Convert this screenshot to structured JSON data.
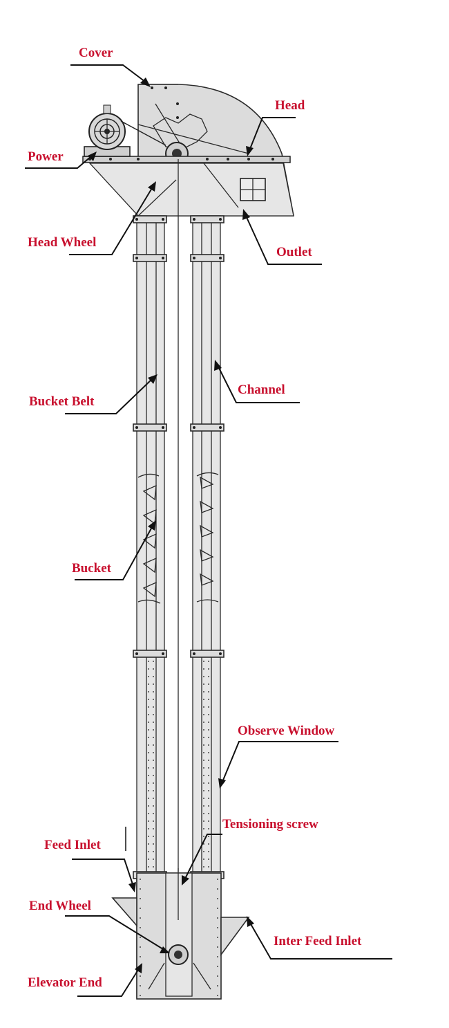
{
  "labels": {
    "cover": "Cover",
    "head": "Head",
    "power": "Power",
    "head_wheel": "Head Wheel",
    "outlet": "Outlet",
    "bucket_belt": "Bucket Belt",
    "channel": "Channel",
    "bucket": "Bucket",
    "observe_window": "Observe Window",
    "tensioning_screw": "Tensioning screw",
    "feed_inlet": "Feed Inlet",
    "end_wheel": "End Wheel",
    "inter_feed_inlet": "Inter Feed Inlet",
    "elevator_end": "Elevator End"
  },
  "colors": {
    "label": "#c8102e",
    "line": "#111111",
    "body_fill": "#dcdcdc"
  }
}
